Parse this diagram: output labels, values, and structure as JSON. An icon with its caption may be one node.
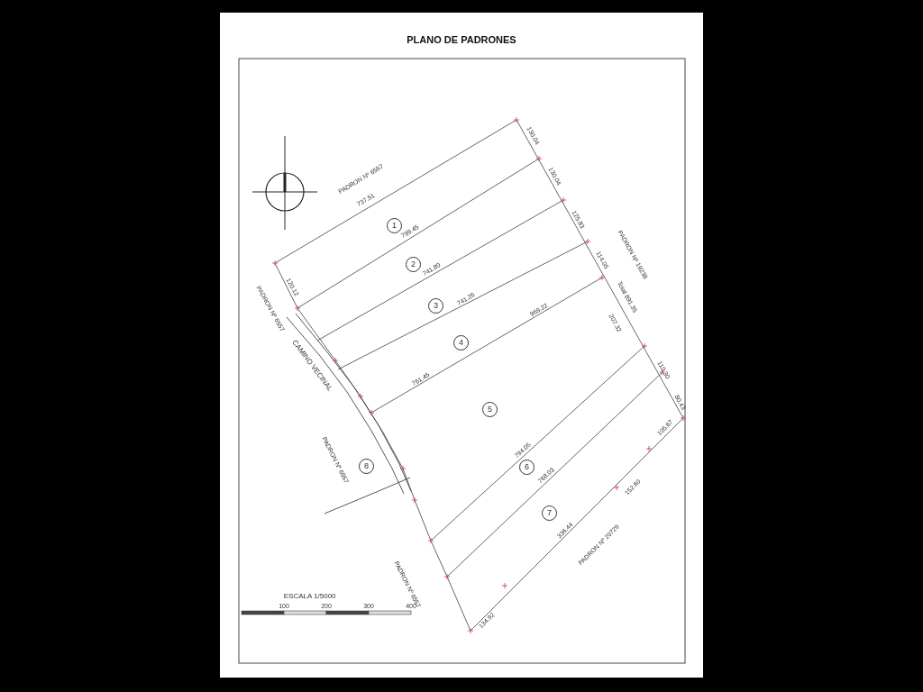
{
  "diagram": {
    "title": "PLANO DE PADRONES",
    "nodes": [
      {
        "text": [
          "1"
        ]
      },
      {
        "text": [
          "2"
        ]
      },
      {
        "text": [
          "3"
        ]
      },
      {
        "text": [
          "4"
        ]
      },
      {
        "text": [
          "5"
        ]
      },
      {
        "text": [
          "6"
        ]
      },
      {
        "text": [
          "7"
        ]
      },
      {
        "text": [
          "8"
        ]
      }
    ],
    "edges": [],
    "labels": [
      "PADRON Nº 6557",
      "737.51",
      "130.04",
      "130.04",
      "799.45",
      "125.83",
      "741.80",
      "PADRON Nº 19238",
      "114.05",
      "741.26",
      "969.22",
      "Total 891.35",
      "207.32",
      "120.12",
      "PADRON Nº 6557",
      "761.45",
      "CAMINO VECINAL",
      "110.30",
      "80.43",
      "105.67",
      "794.05",
      "PADRON Nº 6557",
      "768.03",
      "152.60",
      "336.44",
      "PADRON Nº 20729",
      "PADRON Nº 6557",
      "ESCALA 1/5000",
      "134.92",
      "100",
      "200",
      "300",
      "400"
    ]
  }
}
